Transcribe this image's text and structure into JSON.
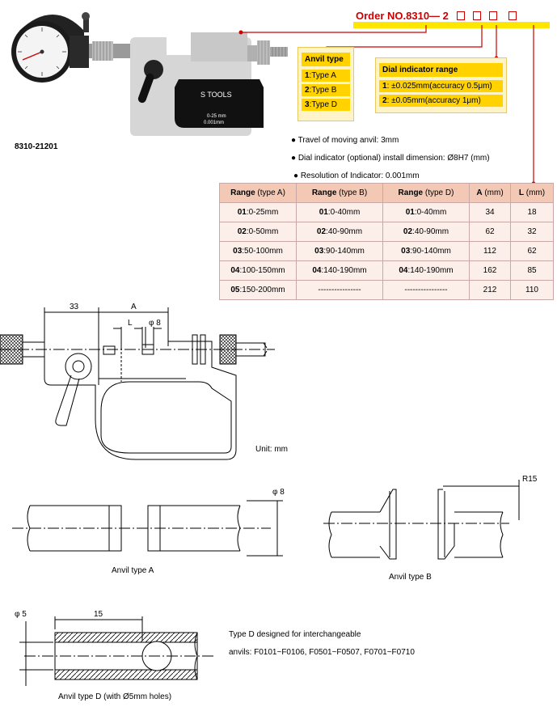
{
  "product": {
    "model_code": "8310-21201",
    "brand": "TOOLS",
    "gauge_range": "0-25 mm",
    "gauge_resolution": "0.001mm"
  },
  "order": {
    "label": "Order NO.8310",
    "dash": "— 2"
  },
  "anvil_type": {
    "title": "Anvil type",
    "items": [
      {
        "num": "1",
        "text": ":Type A"
      },
      {
        "num": "2",
        "text": ":Type B"
      },
      {
        "num": "3",
        "text": ":Type D"
      }
    ]
  },
  "dial_indicator": {
    "title": "Dial indicator range",
    "items": [
      {
        "num": "1",
        "text": ": ±0.025mm(accuracy 0.5μm)"
      },
      {
        "num": "2",
        "text": ": ±0.05mm(accuracy 1μm)"
      }
    ]
  },
  "specs": [
    "Travel of moving anvil: 3mm",
    "Dial indicator (optional) install dimension: Ø8H7 (mm)",
    "Resolution of Indicator: 0.001mm"
  ],
  "table": {
    "headers": [
      {
        "main": "Range",
        "sub": " (type A)"
      },
      {
        "main": "Range",
        "sub": " (type B)"
      },
      {
        "main": "Range",
        "sub": " (type D)"
      },
      {
        "main": "A",
        "sub": " (mm)"
      },
      {
        "main": "L",
        "sub": " (mm)"
      }
    ],
    "rows": [
      [
        {
          "code": "01",
          "val": ":0-25mm"
        },
        {
          "code": "01",
          "val": ":0-40mm"
        },
        {
          "code": "01",
          "val": ":0-40mm"
        },
        "34",
        "18"
      ],
      [
        {
          "code": "02",
          "val": ":0-50mm"
        },
        {
          "code": "02",
          "val": ":40-90mm"
        },
        {
          "code": "02",
          "val": ":40-90mm"
        },
        "62",
        "32"
      ],
      [
        {
          "code": "03",
          "val": ":50-100mm"
        },
        {
          "code": "03",
          "val": ":90-140mm"
        },
        {
          "code": "03",
          "val": ":90-140mm"
        },
        "112",
        "62"
      ],
      [
        {
          "code": "04",
          "val": ":100-150mm"
        },
        {
          "code": "04",
          "val": ":140-190mm"
        },
        {
          "code": "04",
          "val": ":140-190mm"
        },
        "162",
        "85"
      ],
      [
        {
          "code": "05",
          "val": ":150-200mm"
        },
        {
          "code": "",
          "val": "----------------"
        },
        {
          "code": "",
          "val": "----------------"
        },
        "212",
        "110"
      ]
    ]
  },
  "drawing": {
    "dim_33": "33",
    "dim_A": "A",
    "dim_L": "L",
    "dim_phi8": "φ 8",
    "unit": "Unit:  mm"
  },
  "anvil_a": {
    "caption": "Anvil type A",
    "dim": "φ 8"
  },
  "anvil_b": {
    "caption": "Anvil type B",
    "dim": "R15"
  },
  "anvil_d": {
    "caption": "Anvil type D (with Ø5mm holes)",
    "dim_phi": "φ 5",
    "dim_len": "15",
    "note_1": "Type D  designed  for interchangeable",
    "note_2": "anvils: F0101~F0106, F0501~F0507,  F0701~F0710"
  },
  "colors": {
    "accent_red": "#cc0000",
    "highlight_yellow": "#ffd200",
    "panel_bg": "#fff3c8",
    "table_head": "#f3c9b5",
    "table_cell": "#fcefe9"
  }
}
